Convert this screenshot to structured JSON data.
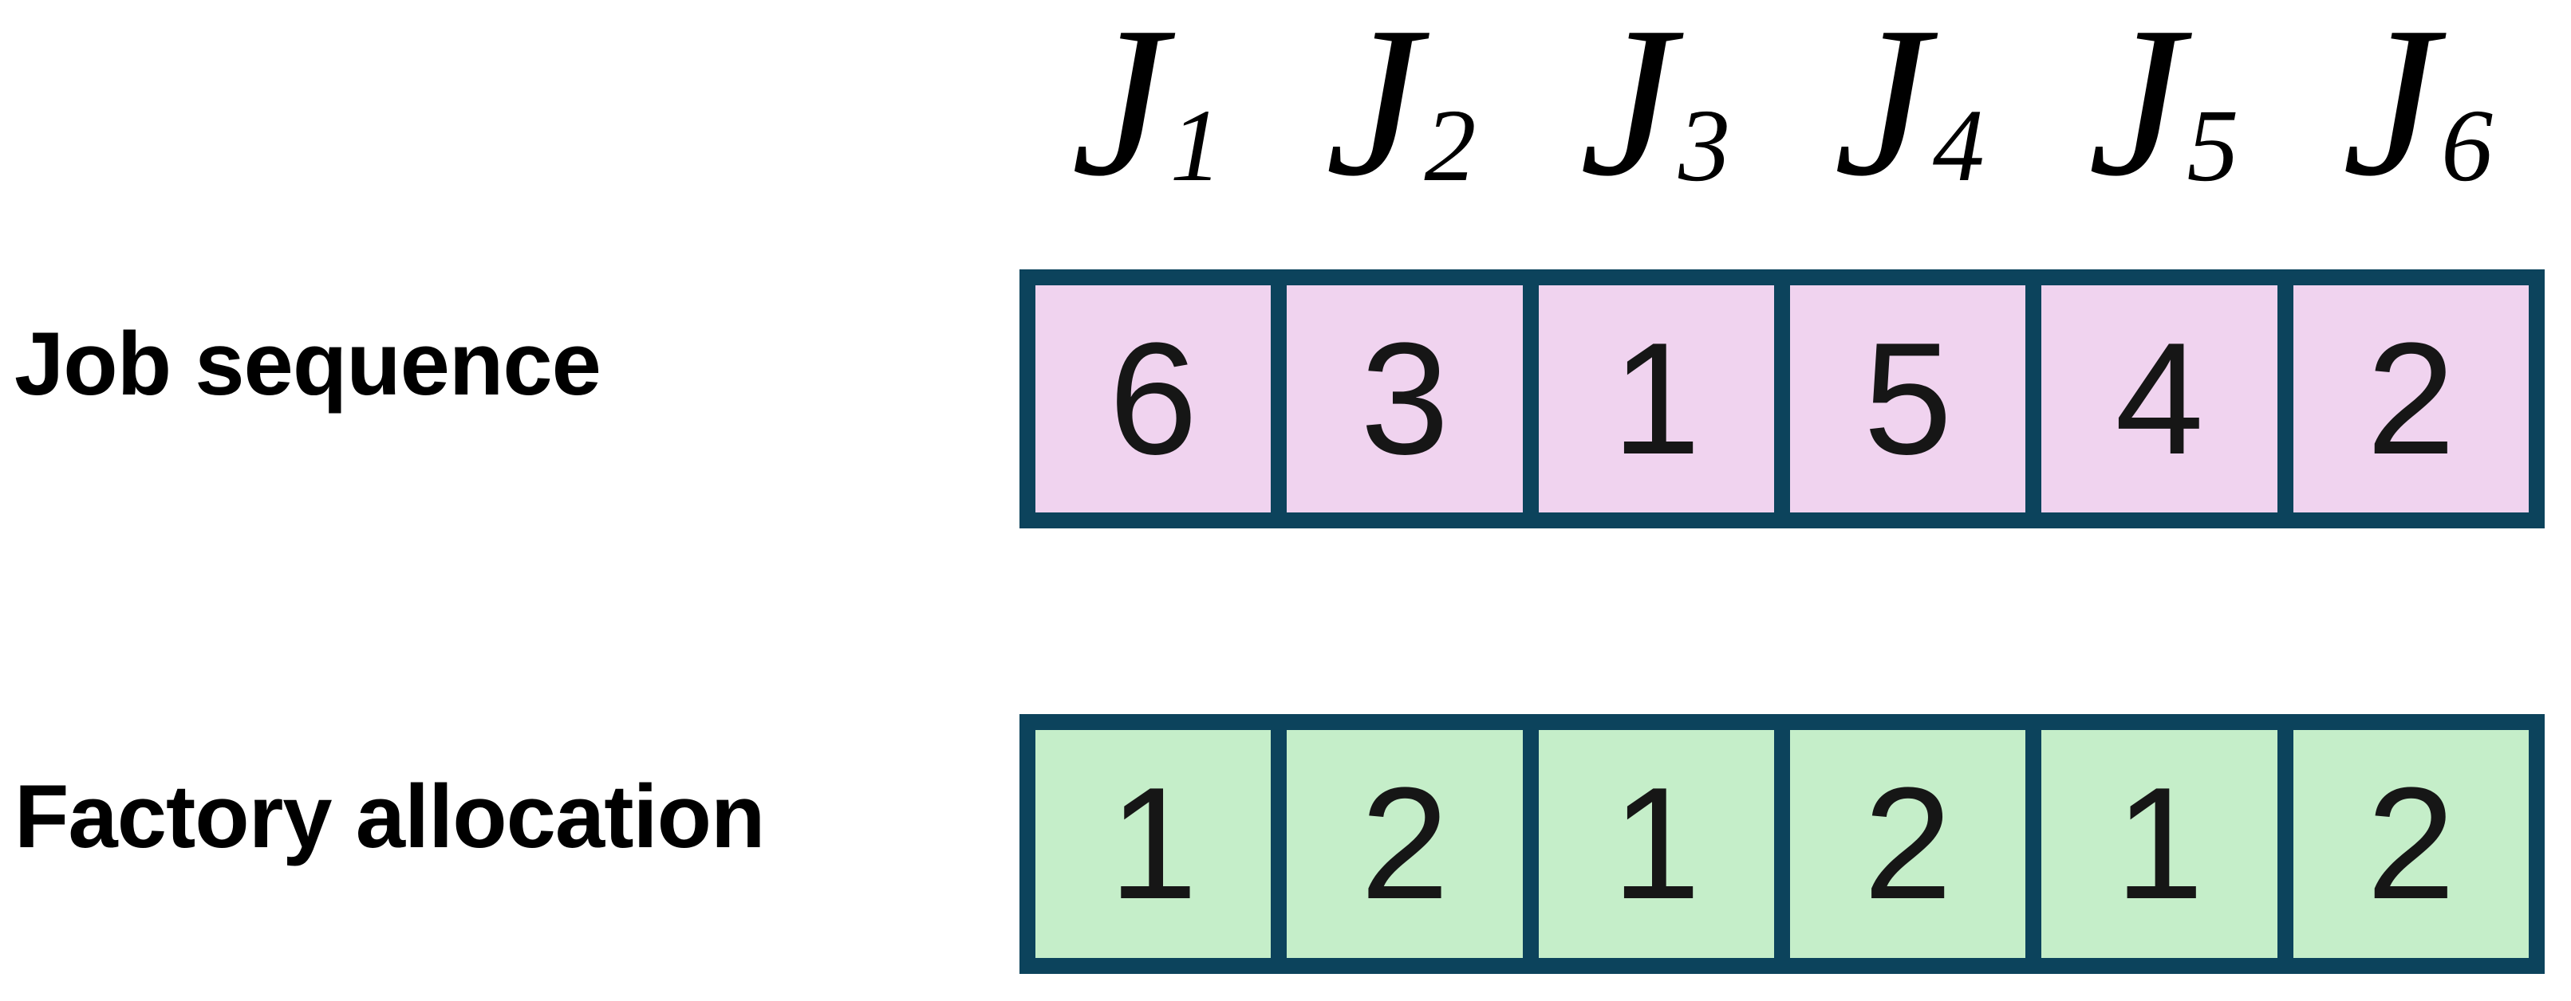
{
  "colors": {
    "background": "#ffffff",
    "border": "#0c435c",
    "job_cell_fill": "#f0d3ef",
    "factory_cell_fill": "#c5eec9",
    "number_text": "#161616",
    "label_text": "#000000"
  },
  "headers": [
    {
      "symbol": "J",
      "subscript": "1"
    },
    {
      "symbol": "J",
      "subscript": "2"
    },
    {
      "symbol": "J",
      "subscript": "3"
    },
    {
      "symbol": "J",
      "subscript": "4"
    },
    {
      "symbol": "J",
      "subscript": "5"
    },
    {
      "symbol": "J",
      "subscript": "6"
    }
  ],
  "rows": [
    {
      "label": "Job sequence",
      "values": [
        "6",
        "3",
        "1",
        "5",
        "4",
        "2"
      ]
    },
    {
      "label": "Factory allocation",
      "values": [
        "1",
        "2",
        "1",
        "2",
        "1",
        "2"
      ]
    }
  ]
}
